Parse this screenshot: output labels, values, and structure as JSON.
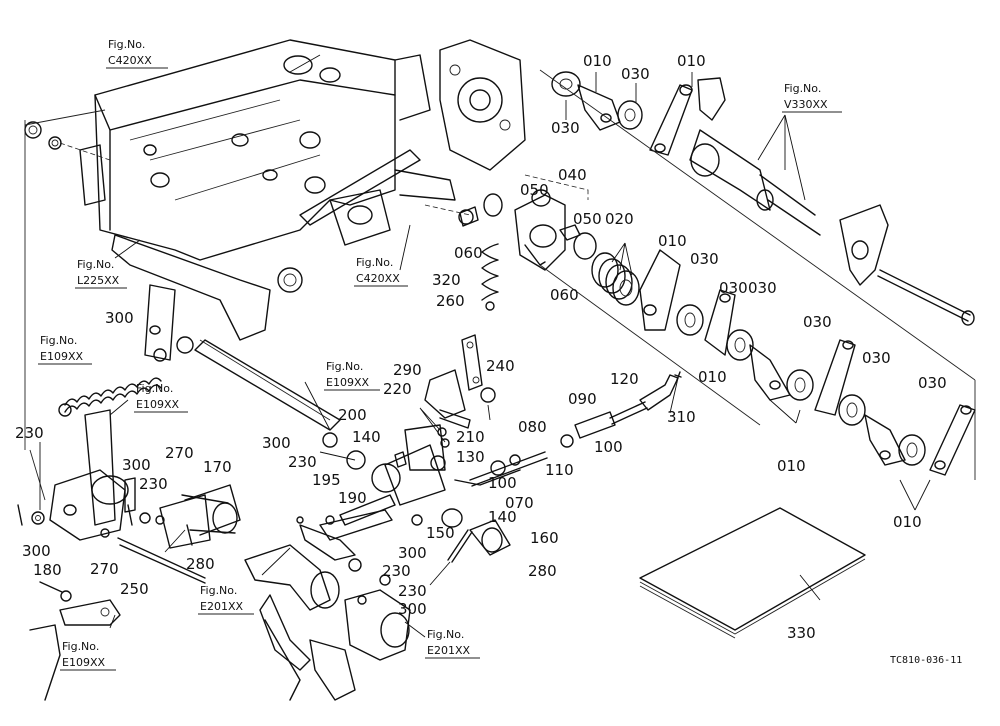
{
  "drawing_code": "TC810-036-11",
  "part_numbers": {
    "p010_top1": "010",
    "p010_top2": "010",
    "p030_top1": "030",
    "p030_top2": "030",
    "p040": "040",
    "p050_top": "050",
    "p050_mid": "050",
    "p020": "020",
    "p010_mid": "010",
    "p030_mid1": "030",
    "p030_mid2": "030",
    "p030_r1": "030",
    "p030_r2": "030",
    "p030_r3": "030",
    "p010_bot1": "010",
    "p010_bot2": "010",
    "p010_bot3": "010",
    "p060_a": "060",
    "p060_b": "060",
    "p320": "320",
    "p260": "260",
    "p240": "240",
    "p290": "290",
    "p220": "220",
    "p310": "310",
    "p120": "120",
    "p090": "090",
    "p100_a": "100",
    "p100_b": "100",
    "p110": "110",
    "p080": "080",
    "p070": "070",
    "p210": "210",
    "p130": "130",
    "p200": "200",
    "p140_a": "140",
    "p140_b": "140",
    "p150": "150",
    "p160": "160",
    "p280_a": "280",
    "p280_b": "280",
    "p300_a": "300",
    "p300_b": "300",
    "p300_c": "300",
    "p300_d": "300",
    "p300_e": "300",
    "p300_f": "300",
    "p230_a": "230",
    "p230_b": "230",
    "p230_c": "230",
    "p230_d": "230",
    "p230_e": "230",
    "p195": "195",
    "p190": "190",
    "p270_a": "270",
    "p270_b": "270",
    "p170": "170",
    "p250": "250",
    "p180": "180",
    "p330": "330"
  },
  "figure_refs": {
    "c420_top": {
      "label": "Fig.No.",
      "code": "C420XX"
    },
    "c420_mid": {
      "label": "Fig.No.",
      "code": "C420XX"
    },
    "v330": {
      "label": "Fig.No.",
      "code": "V330XX"
    },
    "l225": {
      "label": "Fig.No.",
      "code": "L225XX"
    },
    "e109_left": {
      "label": "Fig.No.",
      "code": "E109XX"
    },
    "e109_mid": {
      "label": "Fig.No.",
      "code": "E109XX"
    },
    "e109_center": {
      "label": "Fig.No.",
      "code": "E109XX"
    },
    "e109_bottom": {
      "label": "Fig.No.",
      "code": "E109XX"
    },
    "e201_left": {
      "label": "Fig.No.",
      "code": "E201XX"
    },
    "e201_right": {
      "label": "Fig.No.",
      "code": "E201XX"
    }
  }
}
